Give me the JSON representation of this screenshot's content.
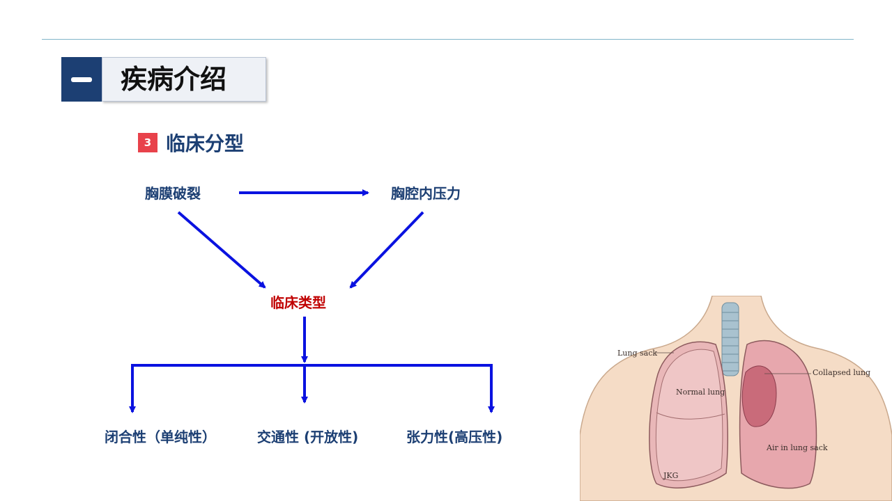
{
  "header": {
    "title": "疾病介绍"
  },
  "section": {
    "badge": "3",
    "title": "临床分型"
  },
  "diagram": {
    "node_rupture": "胸膜破裂",
    "node_pressure": "胸腔内压力",
    "node_type": "临床类型",
    "type_closed": "闭合性（单纯性）",
    "type_open": "交通性 (开放性)",
    "type_tension": "张力性(高压性)"
  },
  "illustration": {
    "label_lung_sack": "Lung sack",
    "label_normal_lung": "Normal lung",
    "label_collapsed_lung": "Collapsed lung",
    "label_air": "Air in lung sack",
    "signature": "JKG"
  },
  "colors": {
    "accent": "#1c3f73",
    "arrow": "#0a12e0",
    "highlight": "#c00000",
    "badge": "#e8424b"
  }
}
